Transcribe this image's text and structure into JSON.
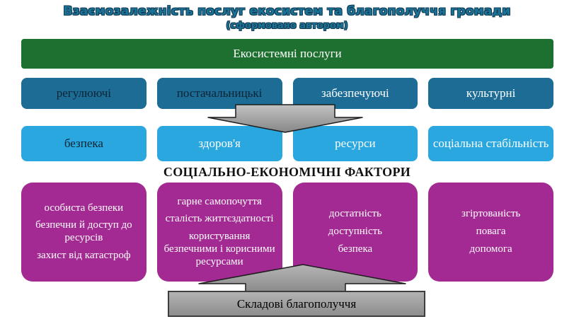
{
  "colors": {
    "title": "#1A7396",
    "green": "#1E7030",
    "blue_dark": "#1C6C96",
    "blue_light": "#29A7DE",
    "purple": "#A32A92",
    "gray_fill": "#9E9E9E",
    "text_dark": "#0D2433"
  },
  "title": {
    "line1": "Взаємозалежність послуг екосистем та благополуччя громади",
    "line2": "(сформовано автором)"
  },
  "ecosystem_bar": {
    "label": "Екосистемні послуги"
  },
  "service_types": [
    {
      "label": "регулюючі"
    },
    {
      "label": "постачальницькі"
    },
    {
      "label": "забезпечуючі"
    },
    {
      "label": "культурні"
    }
  ],
  "wellbeing_factors": [
    {
      "label": "безпека"
    },
    {
      "label": "здоров'я"
    },
    {
      "label": "ресурси"
    },
    {
      "label": "соціальна стабільність"
    }
  ],
  "socio_economic_label": "СОЦІАЛЬНО-ЕКОНОМІЧНІ ФАКТОРИ",
  "factor_details": [
    {
      "items": [
        "особиста безпеки",
        "безпечни й доступ до ресурсів",
        "захист від катастроф"
      ]
    },
    {
      "items": [
        "гарне самопочуття",
        "сталість життєздатності",
        "користування безпечними і корисними ресурсами"
      ]
    },
    {
      "items": [
        "достатність",
        "доступність",
        "безпека"
      ]
    },
    {
      "items": [
        "згіртованість",
        "повага",
        "допомога"
      ]
    }
  ],
  "footer_box": {
    "label": "Складові благополуччя"
  },
  "icons": {
    "arrow_between_rows": "down-arrow",
    "arrow_to_footer": "up-arrow"
  }
}
